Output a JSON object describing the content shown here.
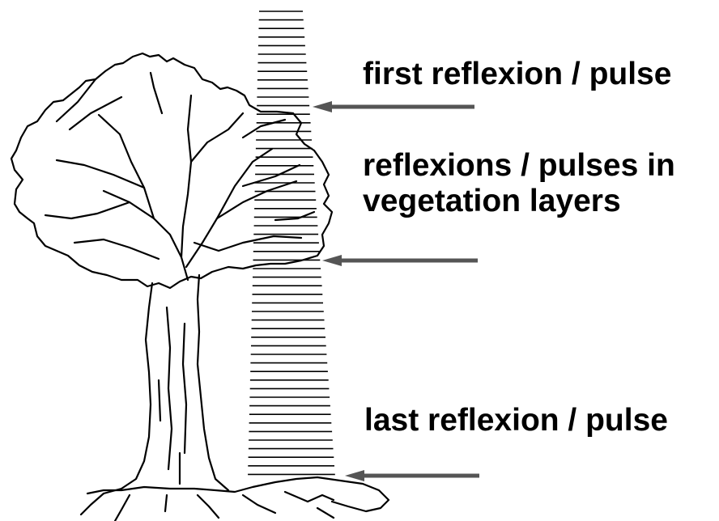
{
  "labels": {
    "first": "first reflexion / pulse",
    "vegetation_line1": "reflexions / pulses in",
    "vegetation_line2": "vegetation layers",
    "last": "last reflexion / pulse"
  },
  "colors": {
    "ink": "#000000",
    "arrow": "#555555",
    "background": "#ffffff"
  },
  "icons": {
    "tree": "tree-drawing",
    "pulse": "laser-pulse-lines",
    "arrow": "left-arrow"
  }
}
